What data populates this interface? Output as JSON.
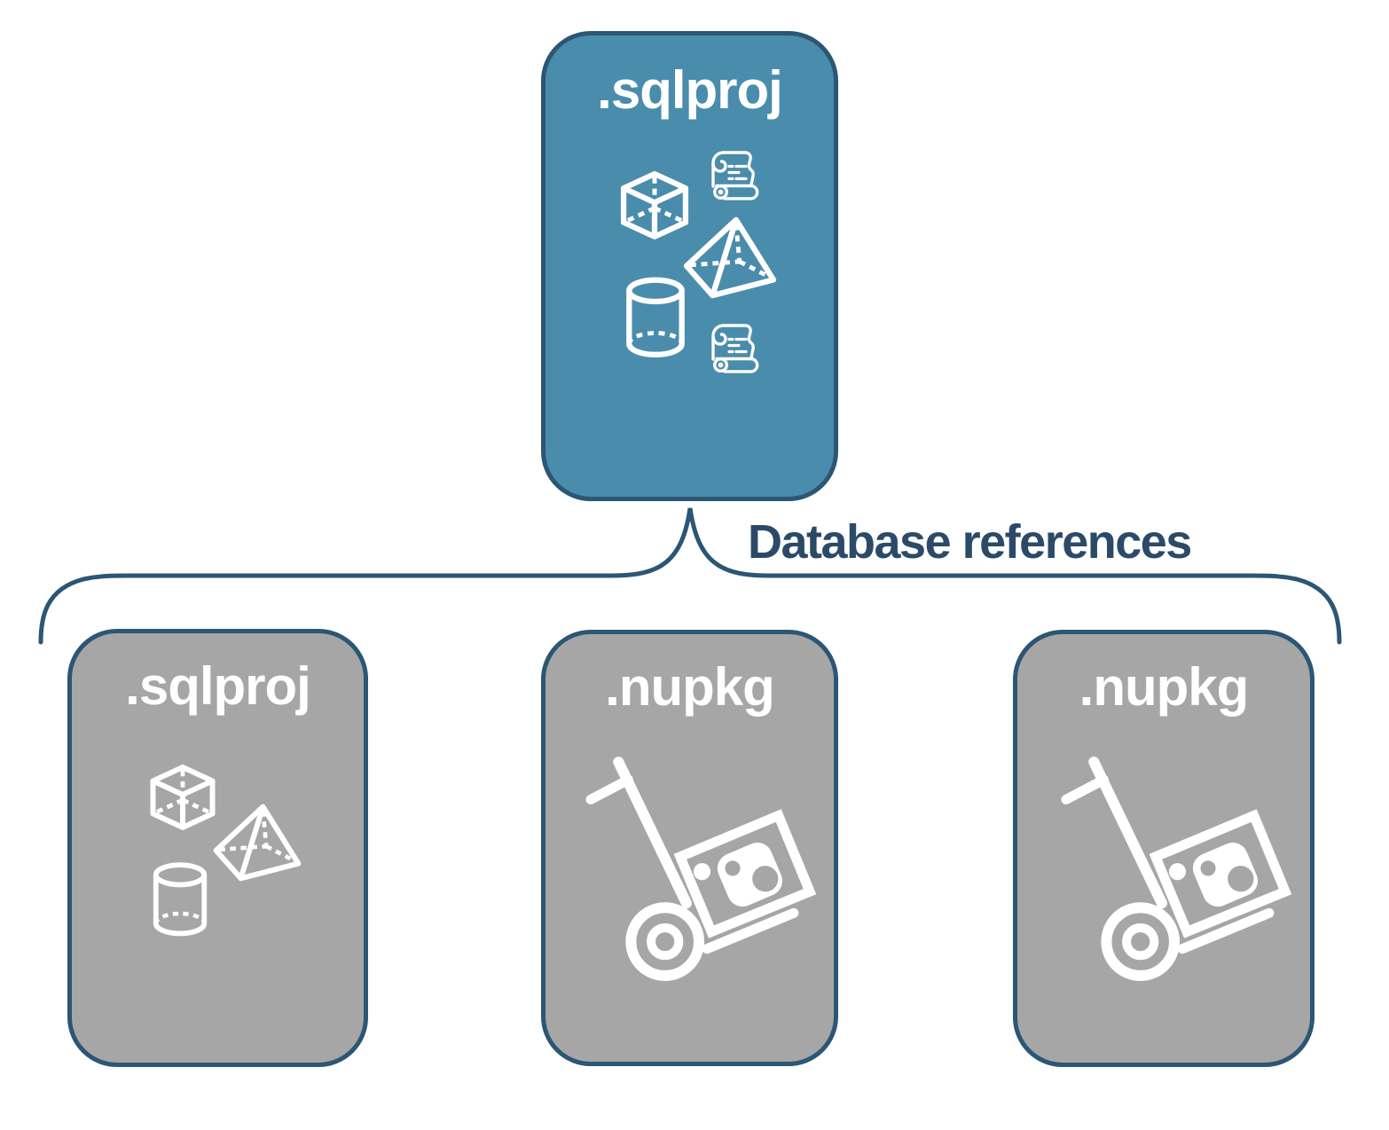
{
  "diagram": {
    "root": {
      "title": ".sqlproj",
      "icons": [
        "cube-icon",
        "scroll-icon",
        "pyramid-icon",
        "cylinder-icon",
        "scroll-icon"
      ]
    },
    "connector": {
      "label": "Database references"
    },
    "children": [
      {
        "title": ".sqlproj",
        "icons": [
          "cube-icon",
          "pyramid-icon",
          "cylinder-icon"
        ]
      },
      {
        "title": ".nupkg",
        "icons": [
          "package-dolly-icon",
          "nuget-logo"
        ]
      },
      {
        "title": ".nupkg",
        "icons": [
          "package-dolly-icon",
          "nuget-logo"
        ]
      }
    ],
    "colors": {
      "root_box_fill": "#4A8CAB",
      "child_box_fill": "#A6A6A6",
      "box_border": "#2B5674",
      "connector_stroke": "#2B5674",
      "connector_label_text": "#2B4A68",
      "icon_stroke": "#FFFFFF"
    }
  }
}
